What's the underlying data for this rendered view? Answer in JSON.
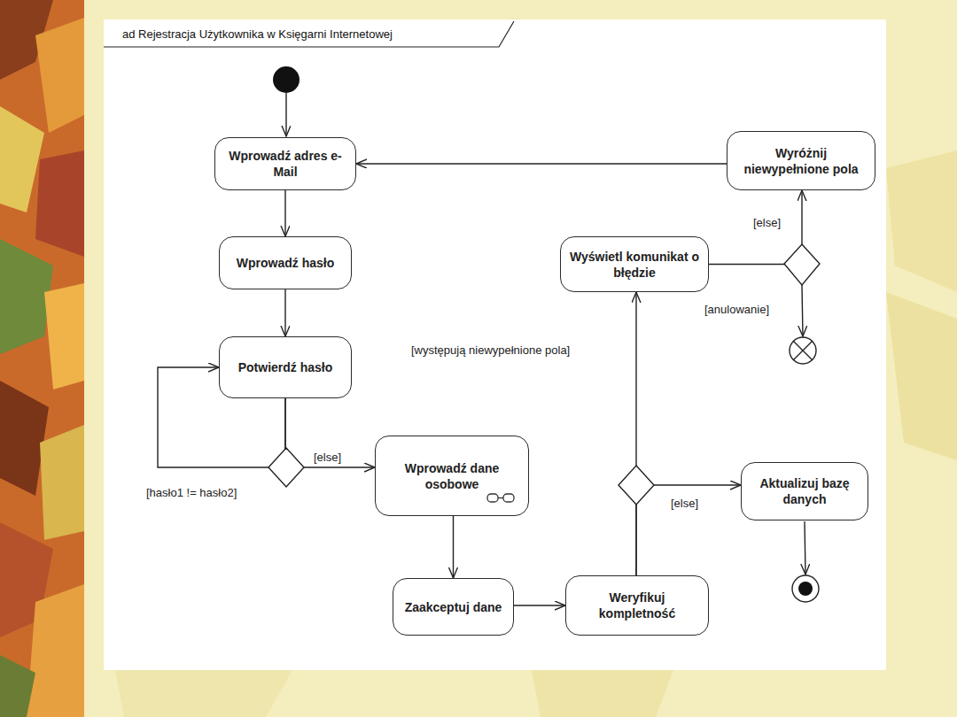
{
  "diagram": {
    "title": "ad Rejestracja Użytkownika w Księgarni Internetowej",
    "nodes": [
      {
        "text": [
          "Wprowadź adres e-Mail"
        ]
      },
      {
        "text": [
          "Wprowadź hasło"
        ]
      },
      {
        "text": [
          "Potwierdź hasło"
        ]
      },
      {
        "text": [
          "Wprowadź dane osobowe"
        ]
      },
      {
        "text": [
          "Zaakceptuj dane"
        ]
      },
      {
        "text": [
          "Weryfikuj kompletność"
        ]
      },
      {
        "text": [
          "Wyświetl komunikat o błędzie"
        ]
      },
      {
        "text": [
          "Wyróżnij niewypełnione pola"
        ]
      },
      {
        "text": [
          "Aktualizuj bazę danych"
        ]
      }
    ],
    "edges": [
      {
        "from": 0,
        "to": 1,
        "arrow": "to"
      },
      {
        "from": 1,
        "to": 2,
        "arrow": "to"
      },
      {
        "from": 2,
        "to": 2,
        "label": "[hasło1 != hasło2]",
        "arrow": "to"
      },
      {
        "from": 2,
        "to": 3,
        "label": "[else]",
        "arrow": "to"
      },
      {
        "from": 3,
        "to": 4,
        "arrow": "to"
      },
      {
        "from": 4,
        "to": 5,
        "arrow": "to"
      },
      {
        "from": 5,
        "to": 6,
        "label": "[występują niewypełnione pola]",
        "arrow": "to"
      },
      {
        "from": 5,
        "to": 8,
        "label": "[else]",
        "arrow": "to"
      },
      {
        "from": 6,
        "to": 7,
        "label": "[else]",
        "arrow": "to"
      },
      {
        "from": 7,
        "to": 0,
        "arrow": "to"
      }
    ],
    "labels": [
      "[anulowanie]"
    ]
  }
}
